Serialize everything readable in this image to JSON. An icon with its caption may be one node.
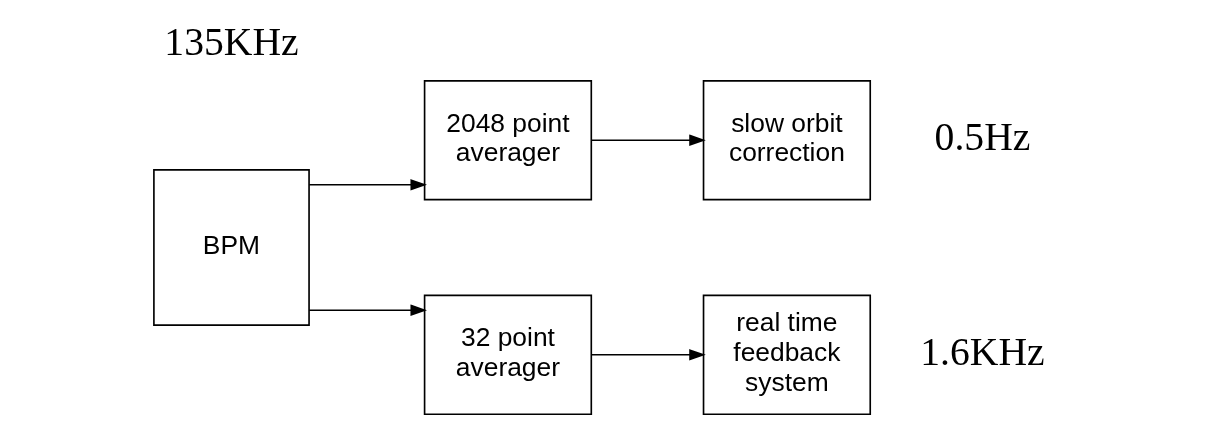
{
  "diagram": {
    "nodes": [
      {
        "text": [
          "BPM"
        ],
        "beside": [
          "135KHz"
        ]
      },
      {
        "text": [
          "2048 point averager"
        ]
      },
      {
        "text": [
          "slow orbit correction"
        ],
        "beside": [
          "0.5Hz"
        ]
      },
      {
        "text": [
          "32 point averager"
        ]
      },
      {
        "text": [
          "real time feedback system"
        ],
        "beside": [
          "1.6KHz"
        ]
      }
    ],
    "edges": [
      {
        "from": 0,
        "to": 1,
        "arrow": "to"
      },
      {
        "from": 0,
        "to": 3,
        "arrow": "to"
      },
      {
        "from": 1,
        "to": 2,
        "arrow": "to"
      },
      {
        "from": 3,
        "to": 4,
        "arrow": "to"
      }
    ]
  }
}
